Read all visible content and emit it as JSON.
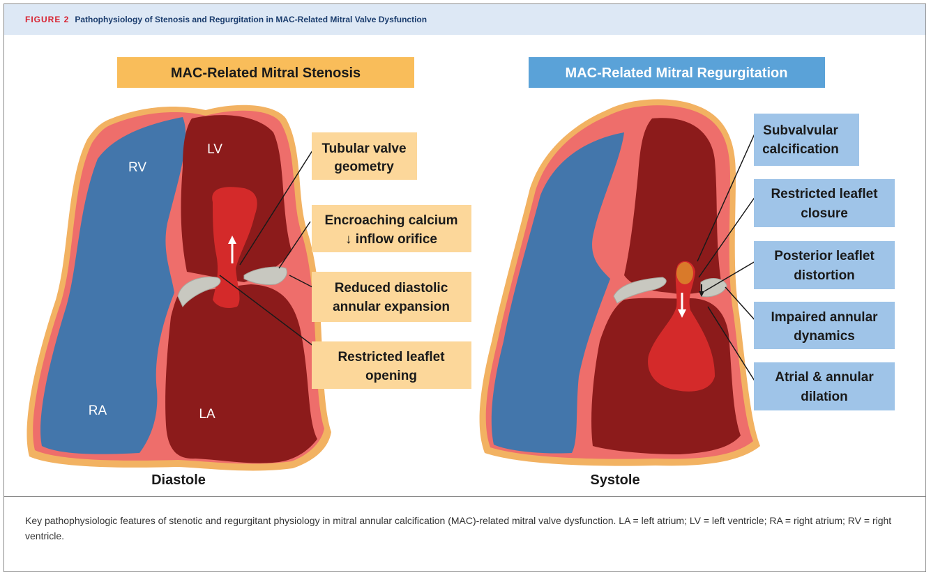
{
  "figure": {
    "label": "FIGURE 2",
    "title": "Pathophysiology of Stenosis and Regurgitation in MAC-Related Mitral Valve Dysfunction"
  },
  "panels": {
    "left": {
      "title": "MAC-Related Mitral Stenosis",
      "phase": "Diastole",
      "chambers": {
        "rv": "RV",
        "lv": "LV",
        "ra": "RA",
        "la": "LA"
      },
      "labels": [
        [
          "Tubular valve",
          "geometry"
        ],
        [
          "Encroaching calcium",
          "↓ inflow orifice"
        ],
        [
          "Reduced diastolic",
          "annular expansion"
        ],
        [
          "Restricted leaflet",
          "opening"
        ]
      ]
    },
    "right": {
      "title": "MAC-Related Mitral Regurgitation",
      "phase": "Systole",
      "labels": [
        [
          "Subvalvular",
          "calcification"
        ],
        [
          "Restricted leaflet",
          "closure"
        ],
        [
          "Posterior leaflet",
          "distortion"
        ],
        [
          "Impaired annular",
          "dynamics"
        ],
        [
          "Atrial & annular",
          "dilation"
        ]
      ]
    }
  },
  "caption": "Key pathophysiologic features of stenotic and regurgitant physiology in mitral annular calcification (MAC)-related mitral valve dysfunction. LA = left atrium; LV = left ventricle; RA = right atrium; RV = right ventricle.",
  "colors": {
    "orange_box": "#f9bd5a",
    "blue_box": "#5aa2d8",
    "label_orange": "#fcd79a",
    "label_blue": "#9fc4e8",
    "myocardium": "#ee6e6b",
    "dark_chamber": "#8c1b1b",
    "blue_chamber": "#4376ab",
    "outline": "#f2b262",
    "calcium": "#c8c8c0"
  }
}
